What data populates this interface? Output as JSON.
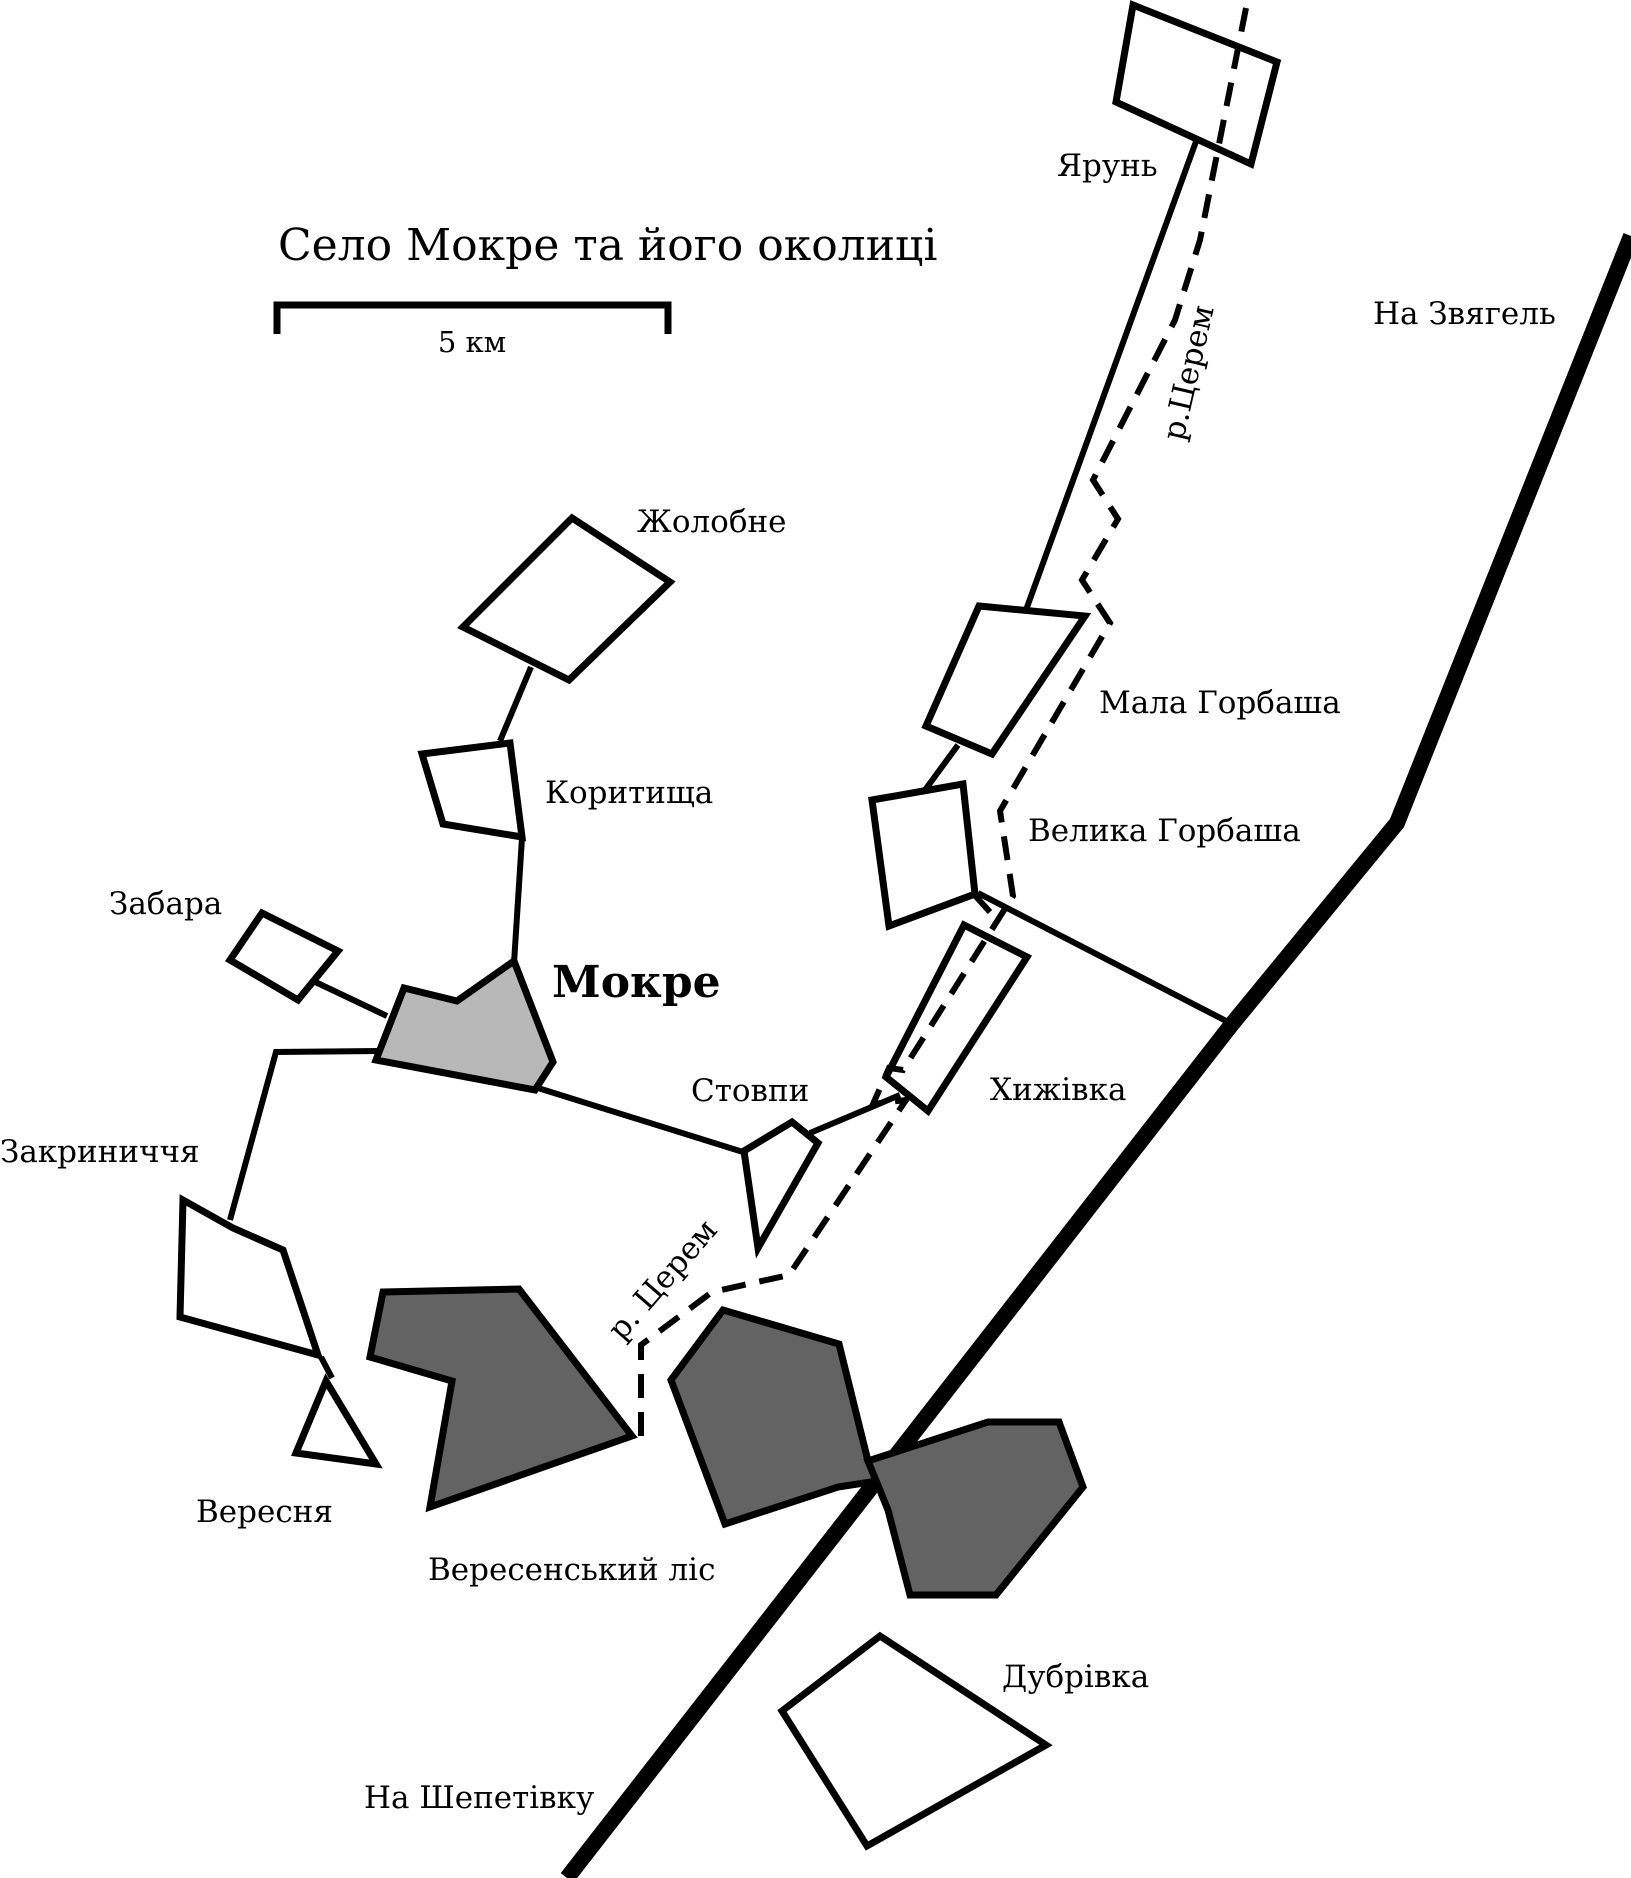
{
  "title": "Село Мокре та його околиці",
  "scale": {
    "label": "5 км"
  },
  "colors": {
    "background": "#ffffff",
    "outline": "#000000",
    "main_village_fill": "#b8b8b8",
    "forest_fill": "#636363",
    "settlement_fill": "#ffffff"
  },
  "settlements": {
    "main": "Мокре",
    "yarun": "Ярунь",
    "zholobne": "Жолобне",
    "korytyshcha": "Коритища",
    "zabara": "Забара",
    "zakrynychchia": "Закриниччя",
    "veresnia": "Вересня",
    "stovpy": "Стовпи",
    "mala_horbasha": "Мала Горбаша",
    "velyka_horbasha": "Велика Горбаша",
    "khyzhivka": "Хижівка",
    "dubrivka": "Дубрівка"
  },
  "forest": "Вересенський ліс",
  "river": {
    "north_label": "р.Церем",
    "south_label": "р. Церем"
  },
  "directions": {
    "northeast": "На Звягель",
    "southwest": "На Шепетівку"
  }
}
